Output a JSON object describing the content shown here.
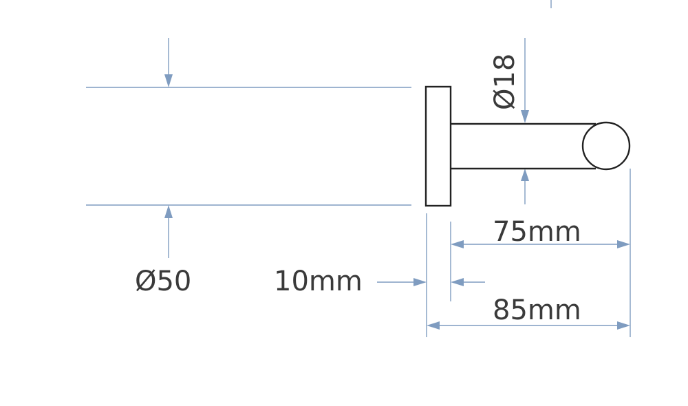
{
  "dimensions": {
    "base_diameter": "Ø50",
    "base_thickness": "10mm",
    "rod_diameter": "Ø18",
    "hook_length": "75mm",
    "overall_length": "85mm"
  },
  "colors": {
    "dimension_line": "#7f9cc0",
    "outline": "#222222",
    "text": "#3a3a3a"
  }
}
